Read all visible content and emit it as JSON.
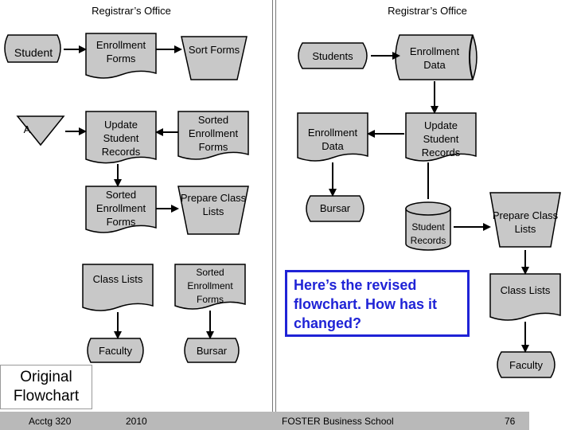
{
  "left": {
    "header": "Registrar’s Office",
    "nodes": {
      "students": "Student",
      "connector_a": "A",
      "enrollment_forms": "Enrollment Forms",
      "sort_forms": "Sort Forms",
      "update_records": "Update Student Records",
      "sorted_forms_1": "Sorted Enrollment Forms",
      "sorted_forms_2": "Sorted Enrollment Forms",
      "prepare_lists": "Prepare Class Lists",
      "class_lists": "Class Lists",
      "sorted_forms_3": "Sorted Enrollment Forms",
      "faculty": "Faculty",
      "bursar": "Bursar"
    }
  },
  "right": {
    "header": "Registrar’s Office",
    "nodes": {
      "students": "Students",
      "enrollment_data_disk": "Enrollment Data",
      "enrollment_data_doc": "Enrollment Data",
      "update_records": "Update Student Records",
      "bursar": "Bursar",
      "student_records": "Student Records",
      "prepare_lists": "Prepare Class Lists",
      "class_lists": "Class Lists",
      "faculty": "Faculty"
    },
    "callout": "Here’s the revised flowchart. How has it changed?"
  },
  "original_label": "Original Flowchart",
  "footer": {
    "course": "Acctg 320",
    "year": "2010",
    "school": "FOSTER Business School",
    "page": "76"
  },
  "colors": {
    "shape_fill": "#c8c8c8",
    "callout": "#1f23d6",
    "footer": "#b9b9b9"
  }
}
